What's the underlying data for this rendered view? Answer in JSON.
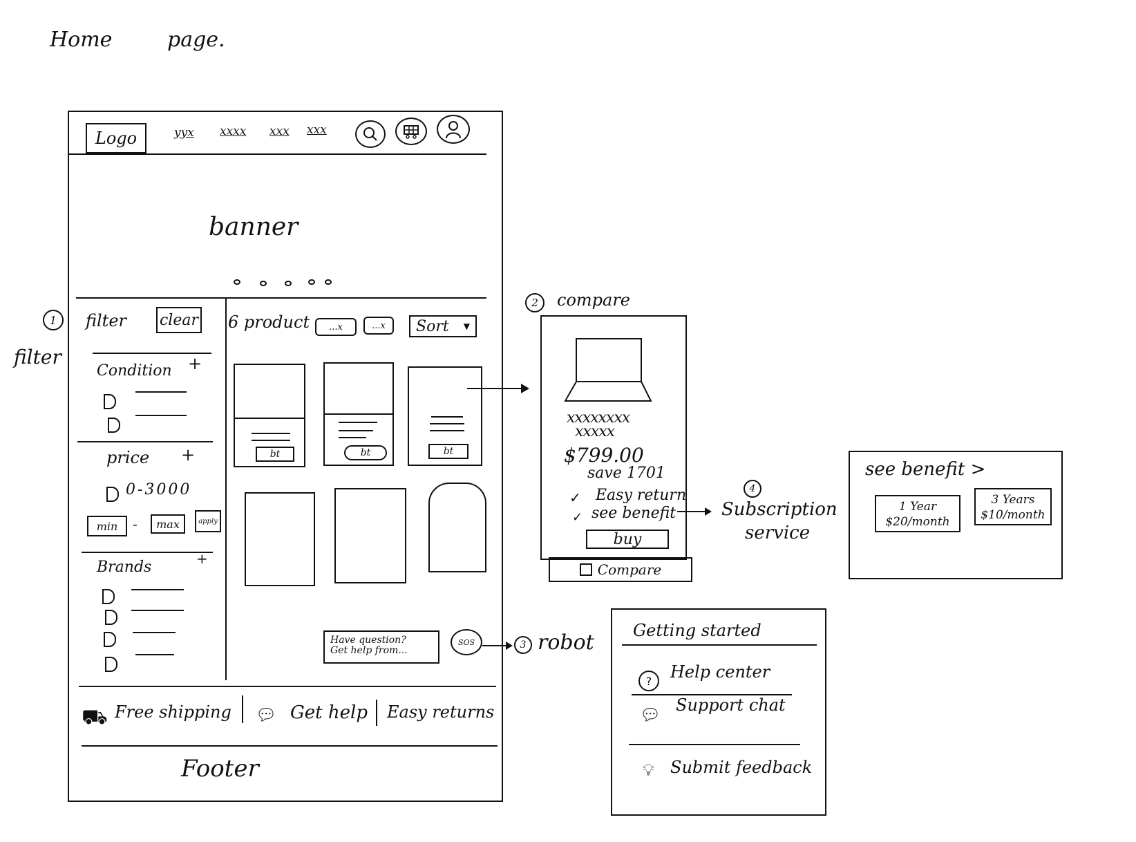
{
  "page_title": {
    "word1": "Home",
    "word2": "page."
  },
  "header": {
    "logo": "Logo",
    "nav": [
      "yyx",
      "xxxx",
      "xxx",
      "xxx"
    ],
    "icons": [
      "search-icon",
      "cart-icon",
      "user-icon"
    ]
  },
  "banner": {
    "label": "banner",
    "dots": 5
  },
  "filter_note": {
    "number": "1",
    "label": "filter"
  },
  "filter": {
    "title": "filter",
    "clear": "clear",
    "condition": {
      "label": "Condition",
      "plus": "+"
    },
    "price": {
      "label": "price",
      "plus": "+",
      "range": "0-3000",
      "min": "min",
      "dash": "-",
      "max": "max",
      "apply": "apply"
    },
    "brands": {
      "label": "Brands",
      "plus": "+"
    }
  },
  "products": {
    "count_label": "6 product",
    "chips": [
      "...x",
      "...x"
    ],
    "sort": "Sort",
    "card_button": "bt"
  },
  "chat_bubble": {
    "line1": "Have question?",
    "line2": "Get help from...",
    "robot": "SOS"
  },
  "service_bar": {
    "free_shipping": "Free shipping",
    "get_help": "Get help",
    "easy_returns": "Easy returns"
  },
  "footer": "Footer",
  "compare_note": {
    "number": "2",
    "label": "compare"
  },
  "compare_panel": {
    "title_line1": "xxxxxxxx",
    "title_line2": "xxxxx",
    "price": "$799.00",
    "save": "save 1701",
    "perk1": "Easy return",
    "perk2": "see benefit",
    "buy": "buy",
    "compare": "Compare"
  },
  "subscription_note": {
    "number": "4",
    "line1": "Subscription",
    "line2": "service"
  },
  "benefit_panel": {
    "title": "see benefit >",
    "plan1": {
      "years": "1 Year",
      "price": "$20/month"
    },
    "plan2": {
      "years": "3 Years",
      "price": "$10/month"
    }
  },
  "robot_note": {
    "number": "3",
    "label": "robot"
  },
  "help_panel": {
    "title": "Getting started",
    "help_center": "Help center",
    "support_chat": "Support chat",
    "feedback": "Submit feedback"
  }
}
